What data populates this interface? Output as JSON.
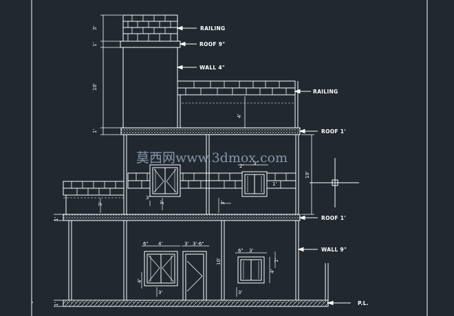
{
  "drawing": {
    "labels": {
      "railing_top": "RAILING",
      "roof_top": "ROOF 9\"",
      "wall_top": "WALL 4\"",
      "railing_mid": "RAILING",
      "roof_upper": "ROOF 1'",
      "roof_lower": "ROOF 1'",
      "wall_lower": "WALL 9\"",
      "plinth": "P.L."
    },
    "dimensions": {
      "stair_railing": "3'",
      "stair_roof": "1'",
      "stair_height": "10'",
      "upper_slab": "1'",
      "parapet": "4'",
      "upper_floor_height": "10'",
      "upper_window_gap": "2'",
      "upper_window_width": "3'",
      "upper_lintel": "1'",
      "upper_sill": "3'",
      "upper_small": "3'",
      "lower_slab": "1'",
      "lower_window_left_gap": "6\"",
      "lower_window_left_width": "4'",
      "lower_door_gap": "3'",
      "lower_door_width": "3'-6\"",
      "lower_window_right_gap": "6\"",
      "lower_window_right_width": "3'",
      "lower_floor_height": "10'",
      "lower_sill": "3'",
      "lower_window_height": "4'",
      "lower_right_sill": "3'",
      "lower_right_lintel": "1'",
      "lower_right_height": "4'",
      "lower_left_sill": "3'",
      "plinth_height": "1'"
    },
    "watermark": "莫西网www.3dmox.com"
  },
  "colors": {
    "background": "#212830",
    "lines": "#ffffff",
    "watermark": "#9fb2c8"
  }
}
